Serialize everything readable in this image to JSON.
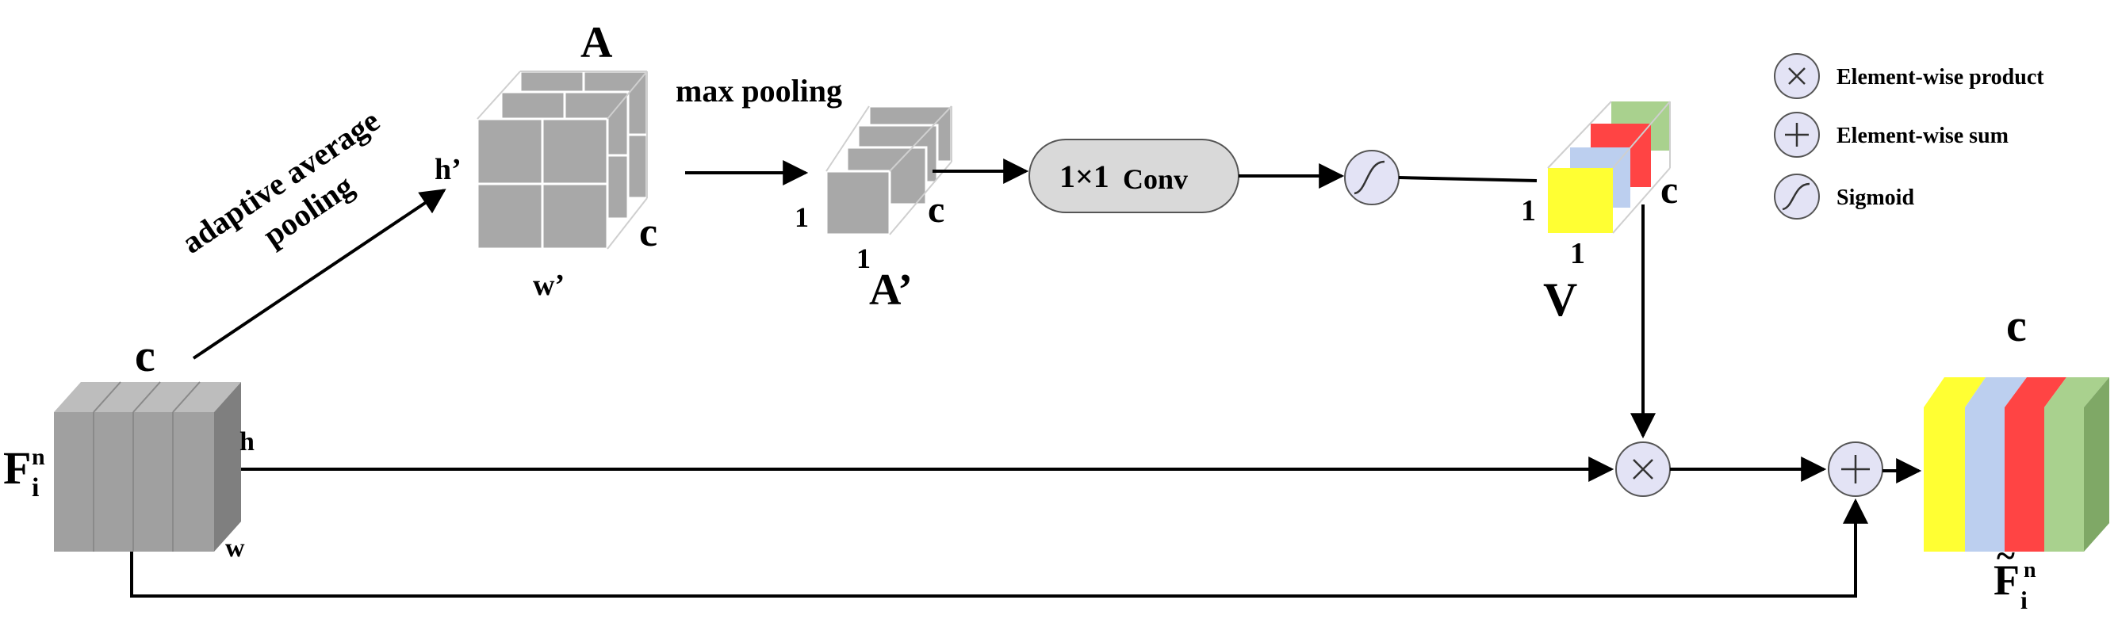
{
  "labels": {
    "input_name": "F",
    "input_sub": "i",
    "input_sup": "n",
    "input_c": "c",
    "input_h": "h",
    "input_w": "w",
    "pool_line1": "adaptive average",
    "pool_line2": "pooling",
    "A": "A",
    "h_prime": "h’",
    "w_prime": "w’",
    "A_c": "c",
    "max_pooling": "max pooling",
    "A_prime": "A’",
    "Ap_1_left": "1",
    "Ap_1_bottom": "1",
    "Ap_c": "c",
    "conv_1x1": "1×1",
    "conv_word": "Conv",
    "V": "V",
    "V_1_left": "1",
    "V_1_bottom": "1",
    "V_c": "c",
    "out_c": "c",
    "out_name": "F",
    "out_tilde": "~",
    "out_sub": "i",
    "out_sup": "n"
  },
  "legend": [
    {
      "icon": "multiply-icon",
      "label": "Element-wise product"
    },
    {
      "icon": "plus-icon",
      "label": "Element-wise sum"
    },
    {
      "icon": "sigmoid-icon",
      "label": "Sigmoid"
    }
  ],
  "colors": {
    "gray_face": "#a0a0a0",
    "gray_side": "#7f7f7f",
    "gray_top": "#bdbdbd",
    "yellow": "#ffff33",
    "blue": "#bccfef",
    "red": "#ff4444",
    "green": "#a9d18e",
    "op_fill": "#e3e3f5",
    "conv_fill": "#d9d9d9"
  }
}
